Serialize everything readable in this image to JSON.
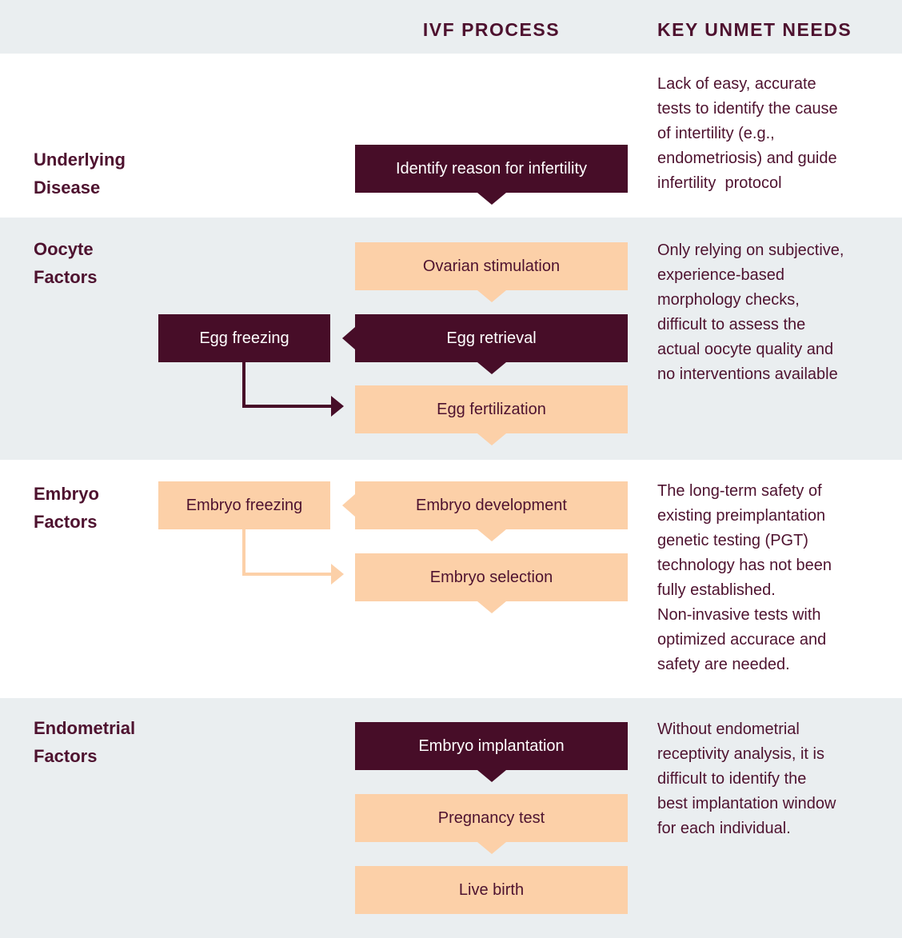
{
  "colors": {
    "maroon": "#470d28",
    "peach": "#fcd0a8",
    "band": "#eaeef0",
    "ink": "#4e122f",
    "paper": "#ffffff"
  },
  "header": {
    "process_title": "IVF PROCESS",
    "needs_title": "KEY UNMET NEEDS"
  },
  "sections": [
    {
      "label": "Underlying\nDisease",
      "note": "Lack of easy, accurate\ntests to identify the cause\nof intertility (e.g.,\nendometriosis) and guide\ninfertility  protocol"
    },
    {
      "label": "Oocyte\nFactors",
      "note": "Only relying on subjective,\nexperience-based\nmorphology checks,\ndifficult to assess the\nactual oocyte quality and\nno interventions available"
    },
    {
      "label": "Embryo\nFactors",
      "note": "The long-term safety of\nexisting preimplantation\ngenetic testing (PGT)\ntechnology has not been\nfully established.\nNon-invasive tests with\noptimized accurace and\nsafety are needed."
    },
    {
      "label": "Endometrial\nFactors",
      "note": "Without endometrial\nreceptivity analysis, it is\ndifficult to identify the\nbest implantation window\nfor each individual."
    }
  ],
  "boxes": {
    "identify": "Identify reason for infertility",
    "ovarian_stimulation": "Ovarian stimulation",
    "egg_freezing": "Egg freezing",
    "egg_retrieval": "Egg retrieval",
    "egg_fertilization": "Egg fertilization",
    "embryo_freezing": "Embryo freezing",
    "embryo_development": "Embryo development",
    "embryo_selection": "Embryo selection",
    "embryo_implantation": "Embryo implantation",
    "pregnancy_test": "Pregnancy test",
    "live_birth": "Live birth"
  }
}
